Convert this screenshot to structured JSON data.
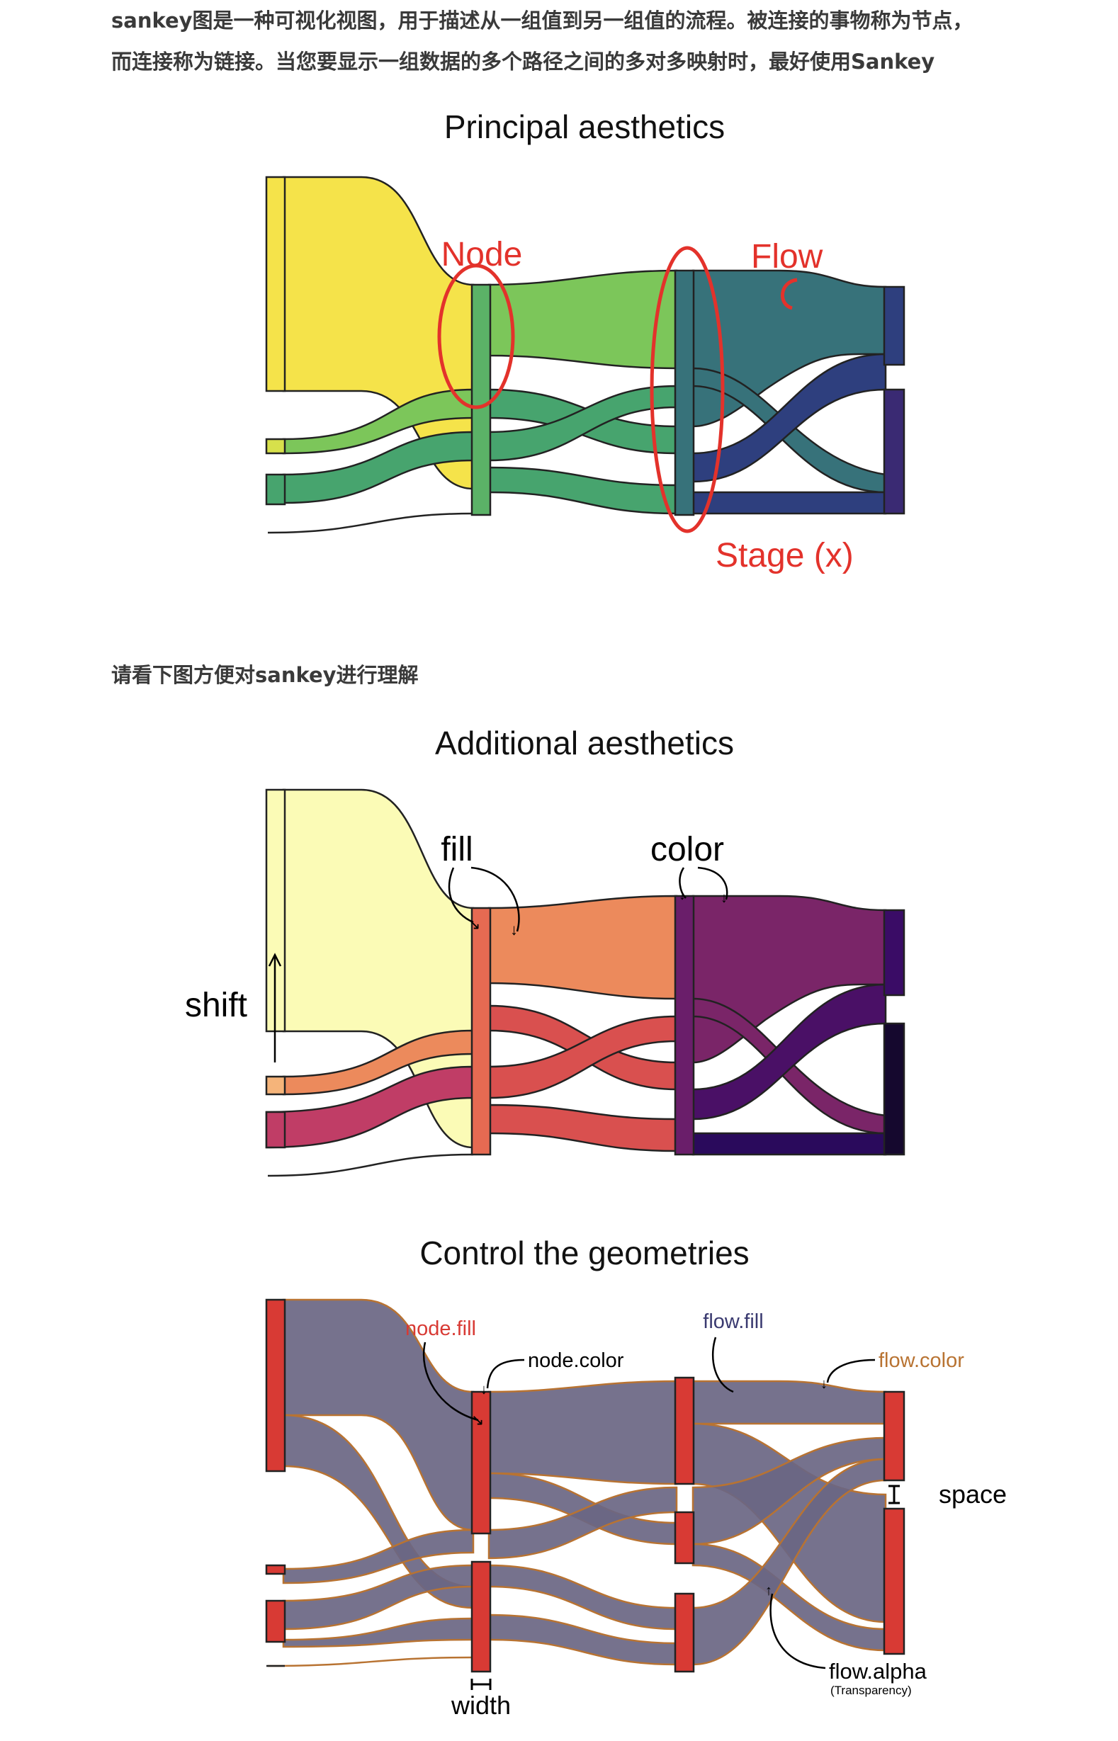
{
  "intro": {
    "line1": "sankey图是一种可视化视图，用于描述从一组值到另一组值的流程。被连接的事物称为节点，",
    "line2": "而连接称为链接。当您要显示一组数据的多个路径之间的多对多映射时，最好使用Sankey"
  },
  "mid_text": "请看下图方便对sankey进行理解",
  "fig1": {
    "title": "Principal aesthetics",
    "annot_node": "Node",
    "annot_flow": "Flow",
    "annot_stage": "Stage (x)",
    "annot_color": "#e3322b",
    "palette": [
      "#f5e34a",
      "#7cc65a",
      "#47a46e",
      "#37727a",
      "#2e3f7e",
      "#3a2a73"
    ]
  },
  "fig2": {
    "title": "Additional aesthetics",
    "annot_fill": "fill",
    "annot_color": "color",
    "annot_shift": "shift",
    "palette": [
      "#fbfbb6",
      "#ec8a5c",
      "#d9504f",
      "#7a2568",
      "#4a1066",
      "#2a0a5c"
    ]
  },
  "fig3": {
    "title": "Control the geometries",
    "annot_node_fill": "node.fill",
    "annot_node_color": "node.color",
    "annot_flow_fill": "flow.fill",
    "annot_flow_color": "flow.color",
    "annot_space": "space",
    "annot_width": "width",
    "annot_flow_alpha": "flow.alpha",
    "annot_transparency": "(Transparency)",
    "node_fill_color": "#d83a34",
    "flow_fill_color": "#6a6683",
    "flow_outline_color": "#b87332",
    "flow_fill_label_color": "#3a3a70"
  }
}
